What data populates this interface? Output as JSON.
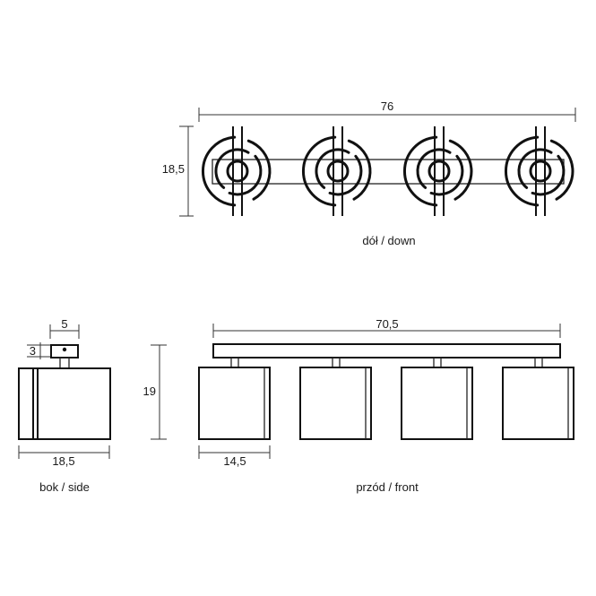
{
  "views": {
    "down": {
      "caption": "dół / down",
      "width_dim": "76",
      "height_dim": "18,5"
    },
    "side": {
      "caption": "bok / side",
      "top_dim": "5",
      "left_dim": "3",
      "bottom_dim": "18,5"
    },
    "front": {
      "caption": "przód / front",
      "top_dim": "70,5",
      "height_dim": "19",
      "bottom_dim": "14,5"
    }
  },
  "colors": {
    "line": "#111111",
    "background": "#ffffff"
  }
}
